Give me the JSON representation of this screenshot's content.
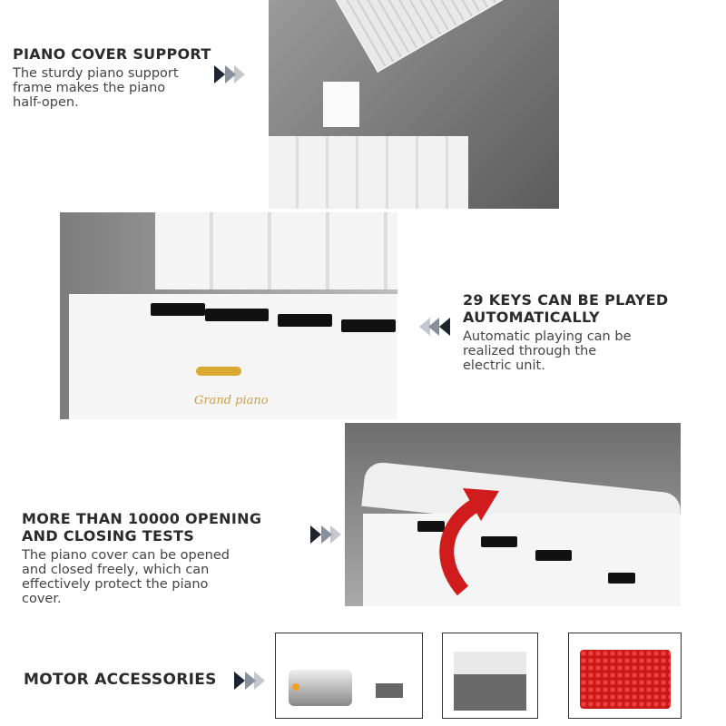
{
  "sections": [
    {
      "heading": "PIANO COVER SUPPORT",
      "lines": [
        "The sturdy piano support",
        "frame makes the piano",
        "half-open."
      ],
      "arrow_direction": "right"
    },
    {
      "heading_lines": [
        "29 KEYS CAN BE PLAYED",
        "AUTOMATICALLY"
      ],
      "lines": [
        "Automatic playing can be",
        "realized through the",
        "electric unit."
      ],
      "arrow_direction": "left"
    },
    {
      "heading_lines": [
        "MORE THAN 10000 OPENING",
        "AND CLOSING TESTS"
      ],
      "lines": [
        "The piano cover can be opened",
        "and closed freely, which can",
        "effectively protect the piano",
        "cover."
      ],
      "arrow_direction": "right"
    },
    {
      "heading": "MOTOR ACCESSORIES",
      "arrow_direction": "right"
    }
  ],
  "piano_logo_text": "Grand piano",
  "accessories": [
    "motor",
    "battery-box",
    "red-battery-box"
  ],
  "colors": {
    "arrow_dark": "#1f2530",
    "arrow_light": "#9aa0aa",
    "red_arrow": "#d01c1c",
    "accessory_red": "#e52222"
  }
}
